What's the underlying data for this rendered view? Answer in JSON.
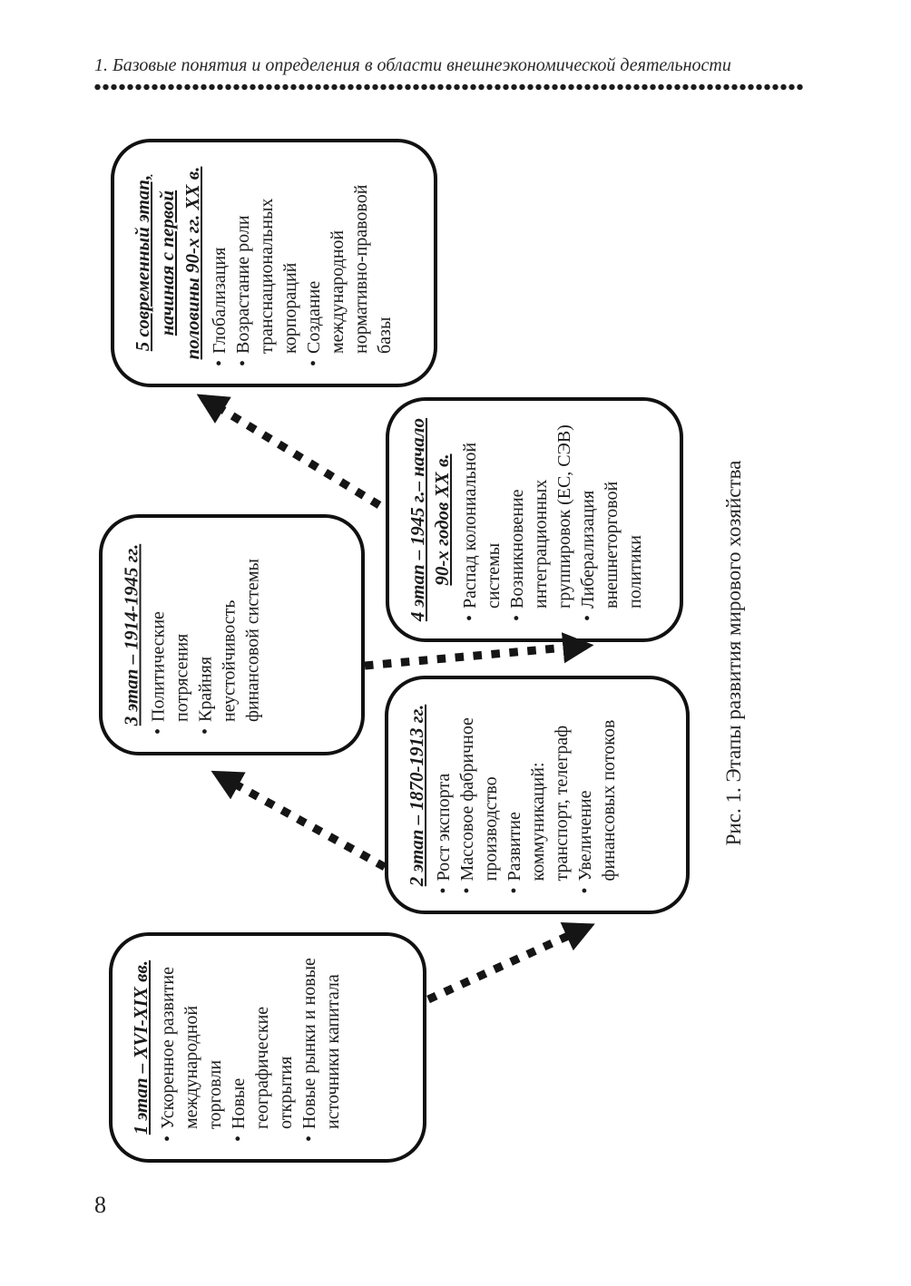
{
  "header": {
    "title": "1. Базовые понятия и определения в области внешнеэкономической деятельности"
  },
  "figure": {
    "caption": "Рис. 1. Этапы развития мирового хозяйства",
    "stages": [
      {
        "title": "1 этап – XVI-XIX вв.",
        "items": [
          "Ускоренное развитие международной торговли",
          "Новые географические открытия",
          "Новые рынки и новые источники капитала"
        ]
      },
      {
        "title": "2 этап – 1870-1913 гг.",
        "items": [
          "Рост экспорта",
          "Массовое фабричное производство",
          "Развитие коммуникаций: транспорт, телеграф",
          "Увеличение финансовых потоков"
        ]
      },
      {
        "title": "3 этап – 1914-1945 гг.",
        "items": [
          "Политические потрясения",
          "Крайняя неустойчивость финансовой системы"
        ]
      },
      {
        "title": "4 этап – 1945 г.– начало 90-х годов XX в.",
        "items": [
          "Распад колониальной системы",
          "Возникновение интеграционных группировок (ЕС, СЭВ)",
          "Либерализация внешнеторговой политики"
        ]
      },
      {
        "title": "5 современный этап, начиная с первой половины 90-х гг. XX в.",
        "items": [
          "Глобализация",
          "Возрастание роли транснациональных корпораций",
          "Создание международной нормативно-правовой базы"
        ]
      }
    ]
  },
  "page_number": "8",
  "colors": {
    "ink": "#1a1a1a",
    "box_border": "#111111",
    "background": "#ffffff"
  }
}
